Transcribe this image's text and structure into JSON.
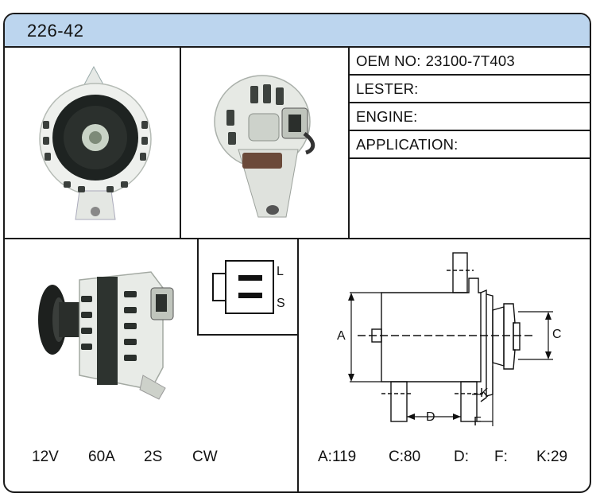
{
  "part_number": "226-42",
  "specs": [
    {
      "label": "OEM NO:",
      "value": "23100-7T403"
    },
    {
      "label": "LESTER:",
      "value": ""
    },
    {
      "label": "ENGINE:",
      "value": ""
    },
    {
      "label": "APPLICATION:",
      "value": ""
    }
  ],
  "connector_labels": {
    "top": "L",
    "bottom": "S"
  },
  "electrical": [
    "12V",
    "60A",
    "2S",
    "CW"
  ],
  "dimension_labels": {
    "a": "A",
    "c": "C",
    "d": "D",
    "f": "F",
    "k": "K"
  },
  "dimensions": [
    {
      "label": "A:119"
    },
    {
      "label": "C:80"
    },
    {
      "label": "D:"
    },
    {
      "label": "F:"
    },
    {
      "label": "K:29"
    }
  ]
}
